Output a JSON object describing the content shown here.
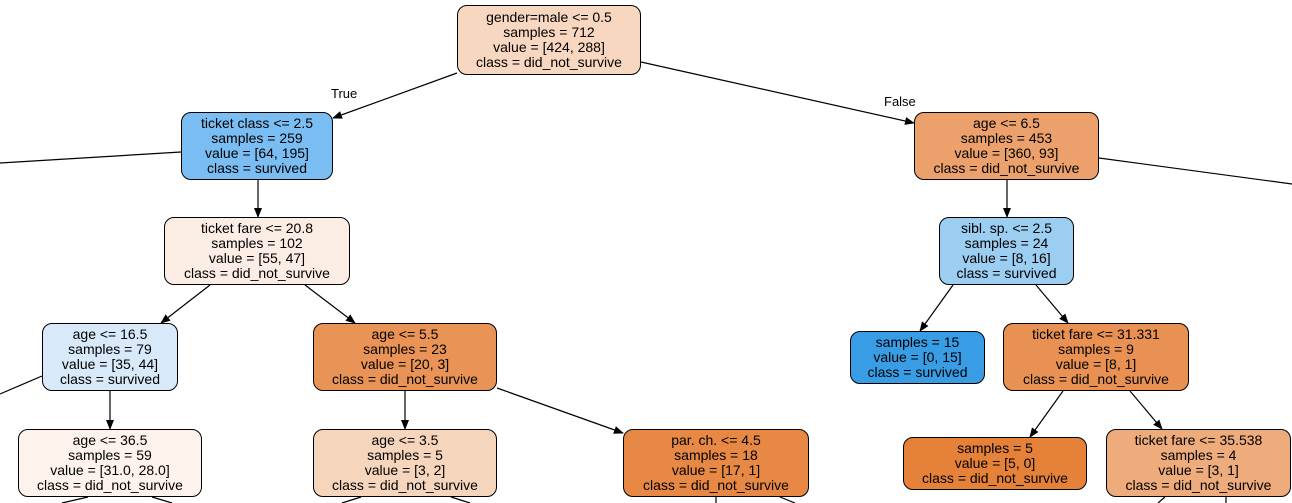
{
  "tree": {
    "edge_labels": {
      "true_label": "True",
      "false_label": "False"
    },
    "nodes": [
      {
        "id": "root",
        "lines": [
          "gender=male <= 0.5",
          "samples = 712",
          "value = [424, 288]",
          "class = did_not_survive"
        ],
        "color": "#f7d7c0"
      },
      {
        "id": "n1",
        "lines": [
          "ticket class <= 2.5",
          "samples = 259",
          "value = [64, 195]",
          "class = survived"
        ],
        "color": "#7abdf2"
      },
      {
        "id": "n2",
        "lines": [
          "age <= 6.5",
          "samples = 453",
          "value = [360, 93]",
          "class = did_not_survive"
        ],
        "color": "#eca16c"
      },
      {
        "id": "n3",
        "lines": [
          "ticket fare <= 20.8",
          "samples = 102",
          "value = [55, 47]",
          "class = did_not_survive"
        ],
        "color": "#fbede3"
      },
      {
        "id": "n4",
        "lines": [
          "sibl. sp. <= 2.5",
          "samples = 24",
          "value = [8, 16]",
          "class = survived"
        ],
        "color": "#9ccef2"
      },
      {
        "id": "n5",
        "lines": [
          "age <= 16.5",
          "samples = 79",
          "value = [35, 44]",
          "class = survived"
        ],
        "color": "#d8eafa"
      },
      {
        "id": "n6",
        "lines": [
          "age <= 5.5",
          "samples = 23",
          "value = [20, 3]",
          "class = did_not_survive"
        ],
        "color": "#e99356"
      },
      {
        "id": "n7",
        "lines": [
          "samples = 15",
          "value = [0, 15]",
          "class = survived"
        ],
        "color": "#399de5"
      },
      {
        "id": "n8",
        "lines": [
          "ticket fare <= 31.331",
          "samples = 9",
          "value = [8, 1]",
          "class = did_not_survive"
        ],
        "color": "#e89152"
      },
      {
        "id": "n9",
        "lines": [
          "age <= 36.5",
          "samples = 59",
          "value = [31.0, 28.0]",
          "class = did_not_survive"
        ],
        "color": "#fdf3ec"
      },
      {
        "id": "n10",
        "lines": [
          "age <= 3.5",
          "samples = 5",
          "value = [3, 2]",
          "class = did_not_survive"
        ],
        "color": "#f6d5bd"
      },
      {
        "id": "n11",
        "lines": [
          "par. ch. <= 4.5",
          "samples = 18",
          "value = [17, 1]",
          "class = did_not_survive"
        ],
        "color": "#e78845"
      },
      {
        "id": "n12",
        "lines": [
          "samples = 5",
          "value = [5, 0]",
          "class = did_not_survive"
        ],
        "color": "#e58139"
      },
      {
        "id": "n13",
        "lines": [
          "ticket fare <= 35.538",
          "samples = 4",
          "value = [3, 1]",
          "class = did_not_survive"
        ],
        "color": "#eeab7b"
      }
    ]
  }
}
